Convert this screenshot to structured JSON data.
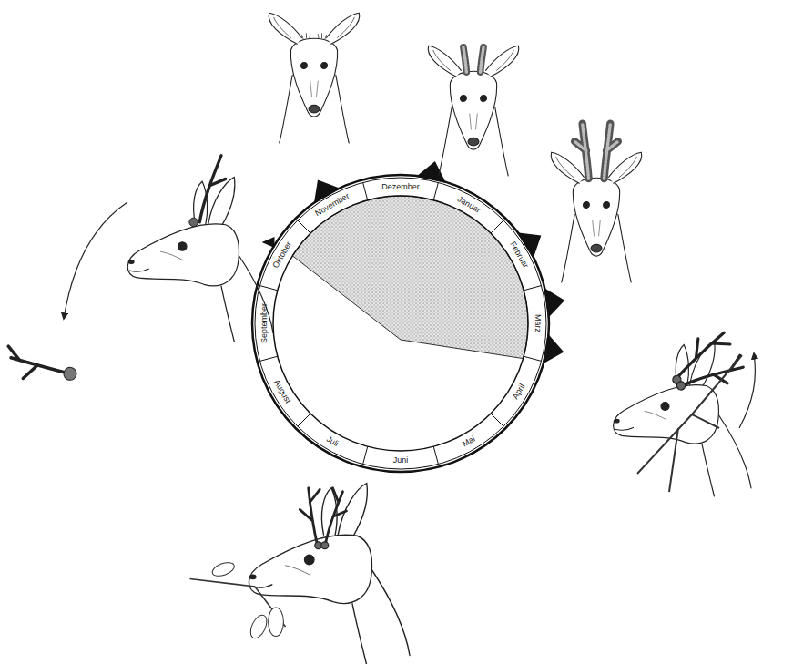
{
  "diagram": {
    "labels": [
      "Dezember",
      "Januar",
      "Februar",
      "März",
      "April",
      "Mai",
      "Juni",
      "Juli",
      "August",
      "September",
      "Oktober",
      "November"
    ]
  }
}
